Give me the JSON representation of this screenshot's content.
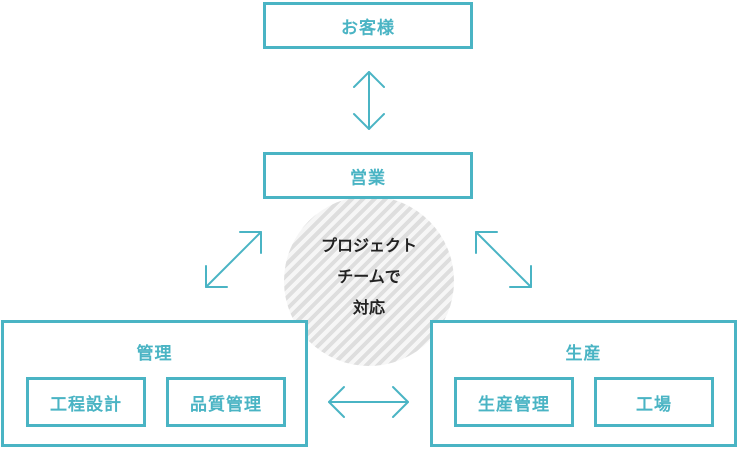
{
  "nodes": {
    "customer": "お客様",
    "sales": "営業",
    "management": "管理",
    "production": "生産",
    "process_design": "工程設計",
    "quality_control": "品質管理",
    "production_management": "生産管理",
    "factory": "工場"
  },
  "project_team": {
    "line1": "プロジェクト",
    "line2": "チームで",
    "line3": "対応"
  },
  "colors": {
    "accent": "#4ab4c4",
    "text_dark": "#222222"
  }
}
